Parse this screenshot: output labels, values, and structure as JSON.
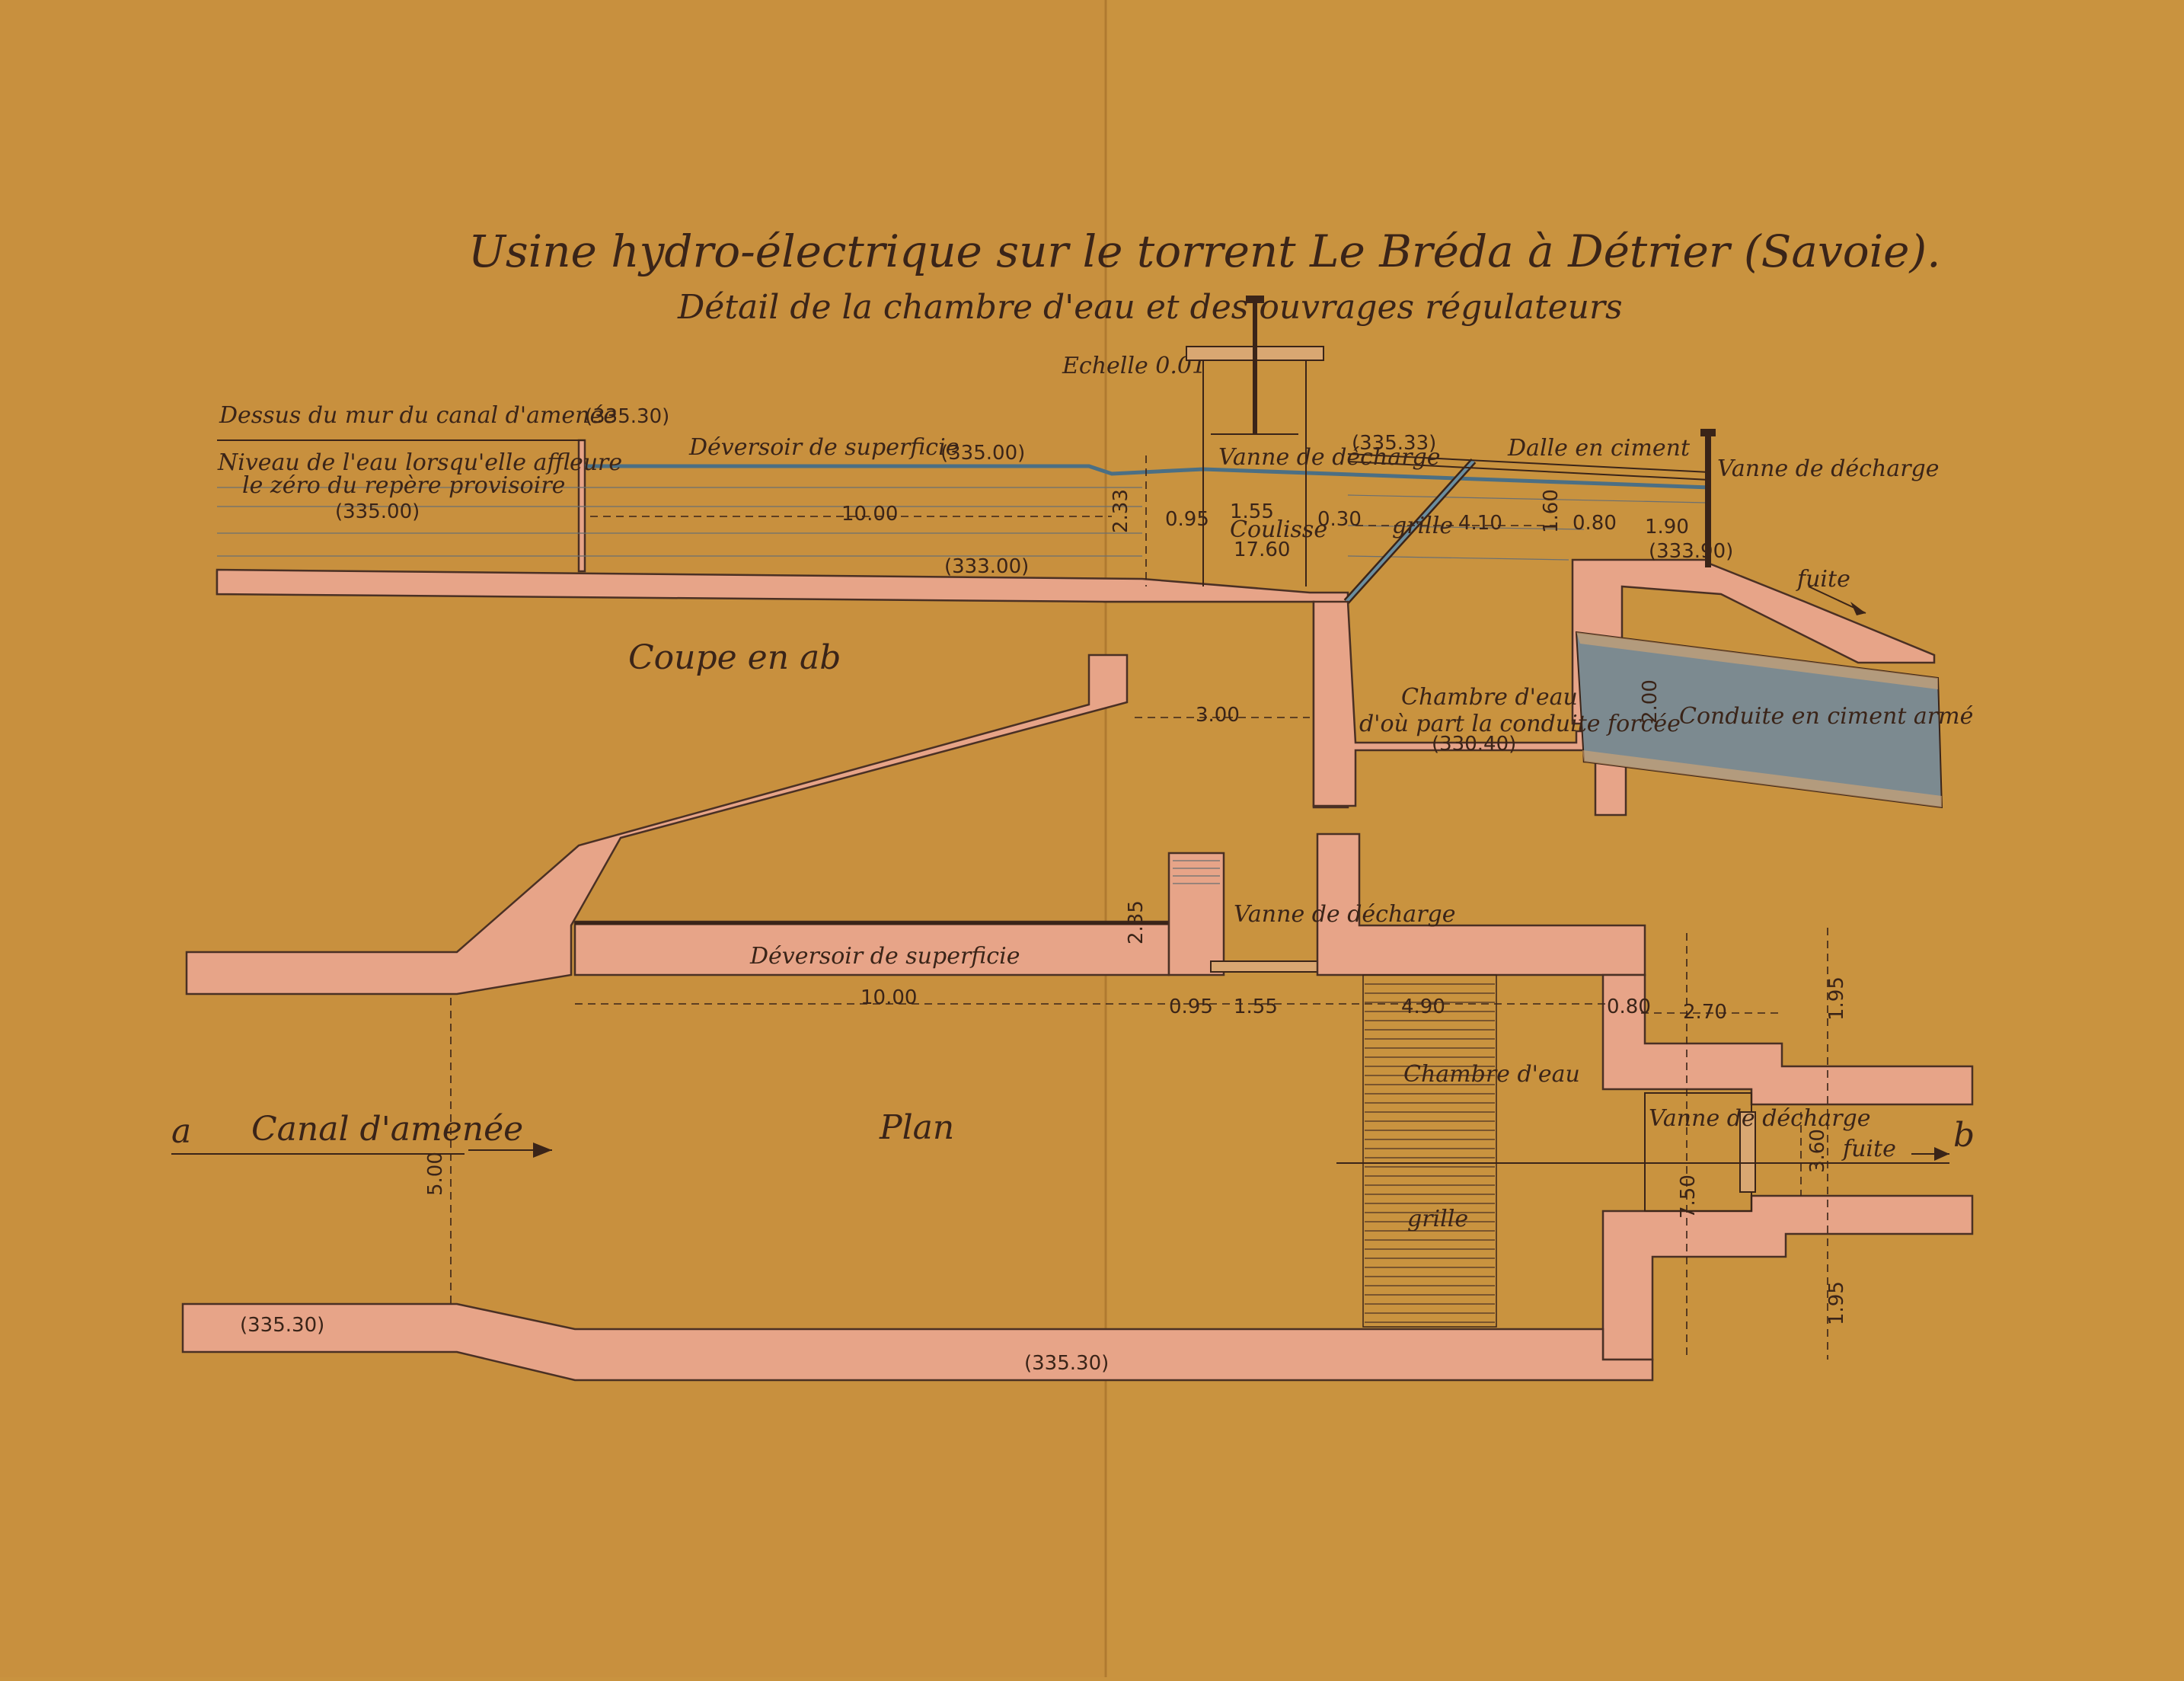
{
  "title": "Usine hydro-électrique sur le torrent Le Bréda à Détrier (Savoie).",
  "subtitle": "Détail de la chambre d'eau et des ouvrages régulateurs",
  "scale": "Echelle 0.01",
  "section": {
    "heading": "Coupe en ab",
    "labels": {
      "canal_wall_top": "Dessus du mur du canal d'amenée",
      "water_level_1": "Niveau de l'eau lorsqu'elle affleure",
      "water_level_2": "le zéro du repère provisoire",
      "surface_spillway": "Déversoir de superficie",
      "discharge_gate": "Vanne de décharge",
      "slide": "Coulisse",
      "grate": "grille",
      "cement_slab": "Dalle en ciment",
      "discharge_gate_right": "Vanne de décharge",
      "tailrace": "fuite",
      "water_chamber": "Chambre d'eau",
      "penstock_origin": "d'où part la conduite forcée",
      "reinforced_pipe": "Conduite en ciment armé"
    },
    "elevations": [
      "(335.30)",
      "(335.00)",
      "(335.00)",
      "(335.33)",
      "(333.00)",
      "(333.90)",
      "(330.40)"
    ],
    "dimensions": {
      "spillway_length": "10.00",
      "height": "2.33",
      "d095": "0.95",
      "gate_width": "1.55",
      "slide_value": "17.60",
      "d030": "0.30",
      "d410": "4.10",
      "d160": "1.60",
      "d080": "0.80",
      "d190": "1.90",
      "d300": "3.00",
      "pipe_dia": "2.00"
    }
  },
  "plan": {
    "heading": "Plan",
    "labels": {
      "a_marker": "a",
      "b_marker": "b",
      "canal": "Canal d'amenée",
      "surface_spillway": "Déversoir de superficie",
      "discharge_gate": "Vanne de décharge",
      "water_chamber": "Chambre d'eau",
      "grate": "grille",
      "discharge_gate_right": "Vanne de décharge",
      "tailrace": "fuite"
    },
    "elevations": [
      "(335.30)",
      "(335.30)"
    ],
    "dimensions": {
      "d10": "10.00",
      "d095": "0.95",
      "d155": "1.55",
      "d490": "4.90",
      "d080": "0.80",
      "d270": "2.70",
      "d195a": "1.95",
      "d195b": "1.95",
      "d750": "7.50",
      "d360": "3.60",
      "d500": "5.00",
      "d235": "2.35"
    }
  },
  "colors": {
    "paper": "#c9933f",
    "masonry": "#e7a488",
    "water": "#4b6f84",
    "ink": "#3a2418"
  }
}
